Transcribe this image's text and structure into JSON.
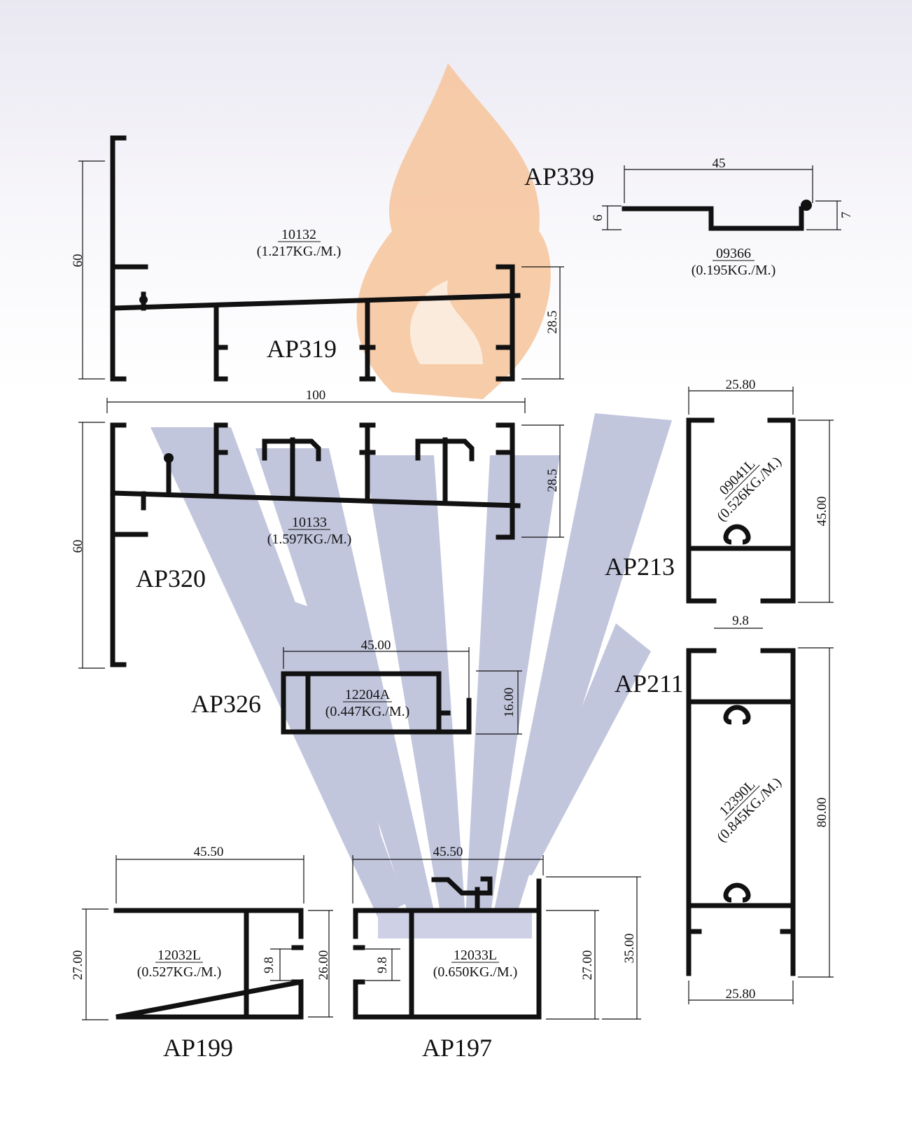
{
  "colors": {
    "profile": "#111111",
    "flame": "#f6b27a",
    "blue_rays": "#b9bdd8",
    "sky_top": "#eceaf3"
  },
  "watermark": {
    "icon": "flame-and-rays-logo"
  },
  "profiles": {
    "ap319": {
      "code": "AP319",
      "part": "10132",
      "weight": "(1.217KG./M.)",
      "dim_h": "60",
      "dim_rh": "28.5"
    },
    "ap320": {
      "code": "AP320",
      "part": "10133",
      "weight": "(1.597KG./M.)",
      "dim_w": "100",
      "dim_h": "60",
      "dim_rh": "28.5"
    },
    "ap339": {
      "code": "AP339",
      "part": "09366",
      "weight": "(0.195KG./M.)",
      "dim_w": "45",
      "dim_l": "6",
      "dim_r": "7"
    },
    "ap326": {
      "code": "AP326",
      "part": "12204A",
      "weight": "(0.447KG./M.)",
      "dim_w": "45.00",
      "dim_h": "16.00"
    },
    "ap213": {
      "code": "AP213",
      "part": "09041L",
      "weight": "(0.526KG./M.)",
      "dim_w": "25.80",
      "dim_h": "45.00",
      "dim_gap": "9.8"
    },
    "ap211": {
      "code": "AP211",
      "part": "12390L",
      "weight": "(0.845KG./M.)",
      "dim_w": "25.80",
      "dim_h": "80.00"
    },
    "ap199": {
      "code": "AP199",
      "part": "12032L",
      "weight": "(0.527KG./M.)",
      "dim_w": "45.50",
      "dim_h": "27.00",
      "dim_rh": "26.00",
      "dim_gap": "9.8"
    },
    "ap197": {
      "code": "AP197",
      "part": "12033L",
      "weight": "(0.650KG./M.)",
      "dim_w": "45.50",
      "dim_h": "27.00",
      "dim_rh": "35.00",
      "dim_gap": "9.8"
    }
  }
}
